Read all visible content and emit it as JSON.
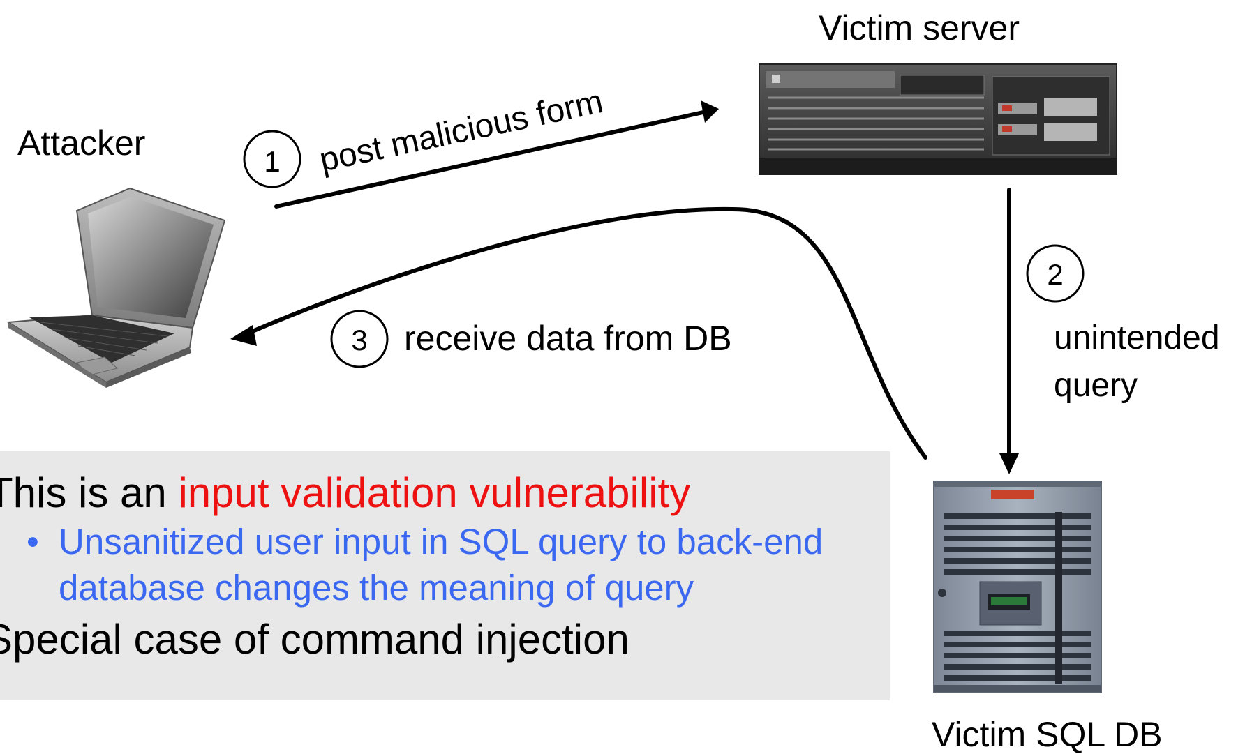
{
  "nodes": {
    "attacker": "Attacker",
    "victim_server": "Victim server",
    "victim_db": "Victim SQL DB"
  },
  "steps": [
    {
      "number": "1",
      "label": "post malicious form"
    },
    {
      "number": "2",
      "label_line1": "unintended",
      "label_line2": "query"
    },
    {
      "number": "3",
      "label": "receive data from DB"
    }
  ],
  "note": {
    "line1_prefix": "This is an ",
    "line1_highlight": "input validation vulnerability",
    "bullet": "•",
    "sub_line1": "Unsanitized user input in SQL query to back-end",
    "sub_line2": "database changes the meaning of query",
    "line2": "Special case of command injection"
  },
  "colors": {
    "highlight": "#ee1111",
    "sub_text": "#3a68f0",
    "box": "#e8e8e8"
  }
}
